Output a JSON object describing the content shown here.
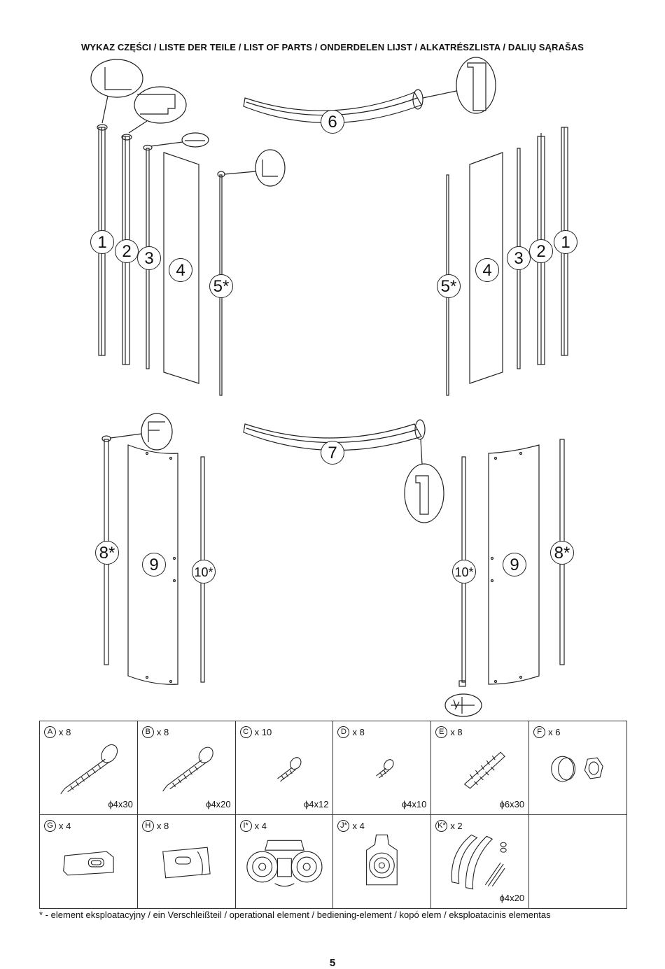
{
  "title": "WYKAZ CZĘŚCI / LISTE DER TEILE / LIST OF PARTS / ONDERDELEN LIJST / ALKATRÉSZLISTA / DALIŲ SĄRAŠAS",
  "part_labels": {
    "p1": "1",
    "p2": "2",
    "p3": "3",
    "p4": "4",
    "p5": "5*",
    "p6": "6",
    "p7": "7",
    "p8": "8*",
    "p9": "9",
    "p10": "10*"
  },
  "hardware": [
    {
      "letter": "A",
      "qty": "x 8",
      "size": "ϕ4x30",
      "icon": "screw-long-icon"
    },
    {
      "letter": "B",
      "qty": "x 8",
      "size": "ϕ4x20",
      "icon": "screw-medium-icon"
    },
    {
      "letter": "C",
      "qty": "x 10",
      "size": "ϕ4x12",
      "icon": "screw-short-icon"
    },
    {
      "letter": "D",
      "qty": "x 8",
      "size": "ϕ4x10",
      "icon": "screw-mini-icon"
    },
    {
      "letter": "E",
      "qty": "x 8",
      "size": "ϕ6x30",
      "icon": "wall-plug-icon"
    },
    {
      "letter": "F",
      "qty": "x 6",
      "size": "",
      "icon": "cap-nut-icon"
    },
    {
      "letter": "G",
      "qty": "x 4",
      "size": "",
      "icon": "clip-icon"
    },
    {
      "letter": "H",
      "qty": "x 8",
      "size": "",
      "icon": "bracket-plate-icon"
    },
    {
      "letter": "I*",
      "qty": "x 4",
      "size": "",
      "icon": "double-roller-icon"
    },
    {
      "letter": "J*",
      "qty": "x 4",
      "size": "",
      "icon": "single-roller-icon"
    },
    {
      "letter": "K*",
      "qty": "x 2",
      "size": "ϕ4x20",
      "icon": "handle-icon"
    }
  ],
  "footnote": "* - element eksploatacyjny / ein Verschleißteil / operational element / bediening-element / kopó elem / eksploatacinis elementas",
  "page_number": "5"
}
